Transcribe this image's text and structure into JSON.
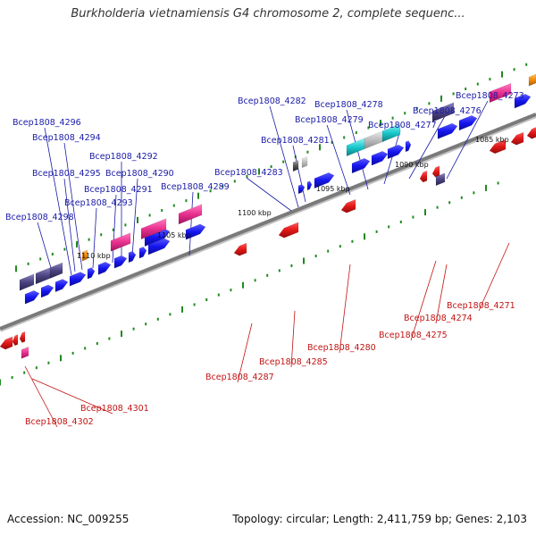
{
  "title": "Burkholderia vietnamiensis G4 chromosome 2, complete sequenc...",
  "footer": {
    "accession": "Accession: NC_009255",
    "summary": "Topology: circular; Length: 2,411,759 bp; Genes: 2,103"
  },
  "scale_labels": [
    "1085 kbp",
    "1090 kbp",
    "1095 kbp",
    "1100 kbp",
    "1105 kbp",
    "1110 kbp"
  ],
  "forward_gene_labels": [
    "Bcep1808_4273",
    "Bcep1808_4276",
    "Bcep1808_4278",
    "Bcep1808_4277",
    "Bcep1808_4279",
    "Bcep1808_4282",
    "Bcep1808_4281",
    "Bcep1808_4283",
    "Bcep1808_4289",
    "Bcep1808_4290",
    "Bcep1808_4291",
    "Bcep1808_4292",
    "Bcep1808_4293",
    "Bcep1808_4294",
    "Bcep1808_4295",
    "Bcep1808_4296",
    "Bcep1808_4298"
  ],
  "reverse_gene_labels": [
    "Bcep1808_4271",
    "Bcep1808_4274",
    "Bcep1808_4275",
    "Bcep1808_4280",
    "Bcep1808_4285",
    "Bcep1808_4287",
    "Bcep1808_4301",
    "Bcep1808_4302"
  ],
  "colors": {
    "forward": "#1515ee",
    "reverse": "#e21717",
    "pink": "#e8308f",
    "purple": "#4a4380",
    "cyan": "#19c8cc",
    "orange": "#f28a0c",
    "axis": "#7a7a7a",
    "tick": "#1f8a1f"
  }
}
